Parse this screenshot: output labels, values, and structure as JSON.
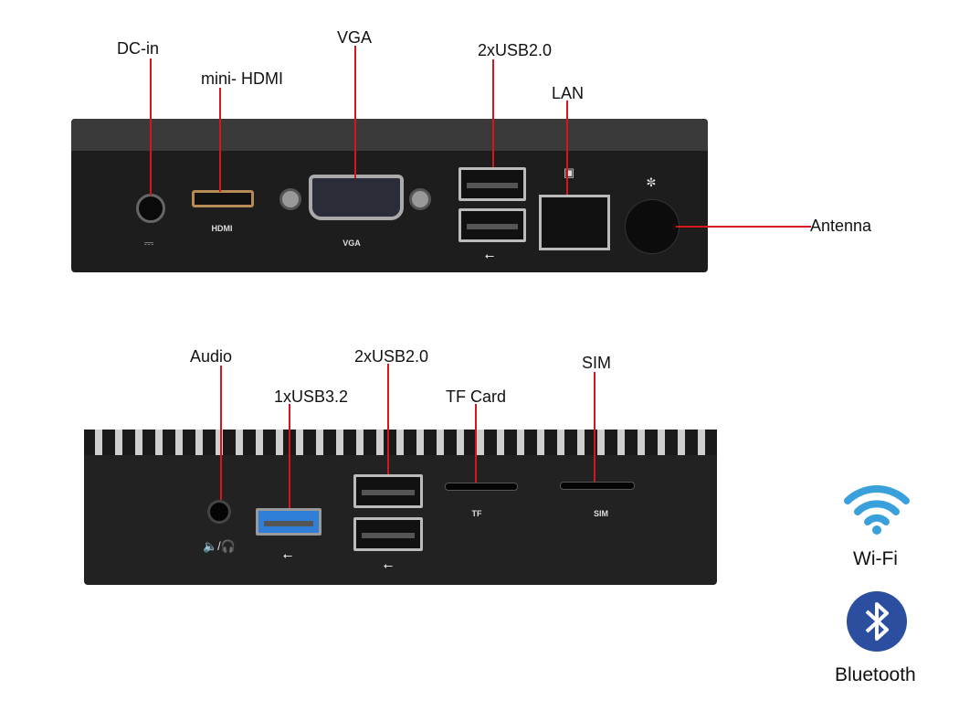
{
  "front_panel": {
    "labels": {
      "dc_in": "DC-in",
      "mini_hdmi": "mini- HDMI",
      "vga": "VGA",
      "usb": "2xUSB2.0",
      "lan": "LAN",
      "antenna": "Antenna"
    },
    "printed": {
      "hdmi": "HDMI",
      "vga": "VGA"
    }
  },
  "rear_panel": {
    "labels": {
      "audio": "Audio",
      "usb3": "1xUSB3.2",
      "usb2": "2xUSB2.0",
      "tf": "TF Card",
      "sim": "SIM"
    },
    "printed": {
      "tf": "TF",
      "sim": "SIM"
    }
  },
  "features": {
    "wifi": "Wi-Fi",
    "bluetooth": "Bluetooth"
  },
  "colors": {
    "callout": "#d4161e",
    "usb3": "#2f7fd8",
    "wifi": "#3aa0dc",
    "bluetooth": "#2b4f9e"
  }
}
